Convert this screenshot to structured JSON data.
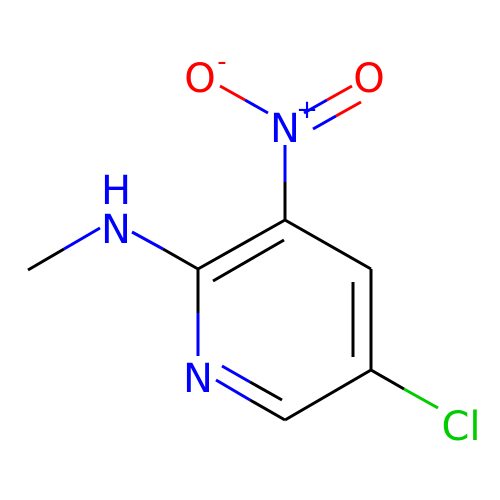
{
  "molecule": {
    "atoms": {
      "n_amine": {
        "symbol": "N",
        "h": "H",
        "color": "#0000ff"
      },
      "n_ring": {
        "symbol": "N",
        "color": "#0000ff"
      },
      "n_nitro": {
        "symbol": "N",
        "charge": "+",
        "color": "#0000ff"
      },
      "o_minus": {
        "symbol": "O",
        "charge": "-",
        "color": "#ff0000"
      },
      "o_double": {
        "symbol": "O",
        "color": "#ff0000"
      },
      "cl": {
        "symbol": "Cl",
        "color": "#00cc00"
      }
    },
    "bond_color": "#000000"
  }
}
